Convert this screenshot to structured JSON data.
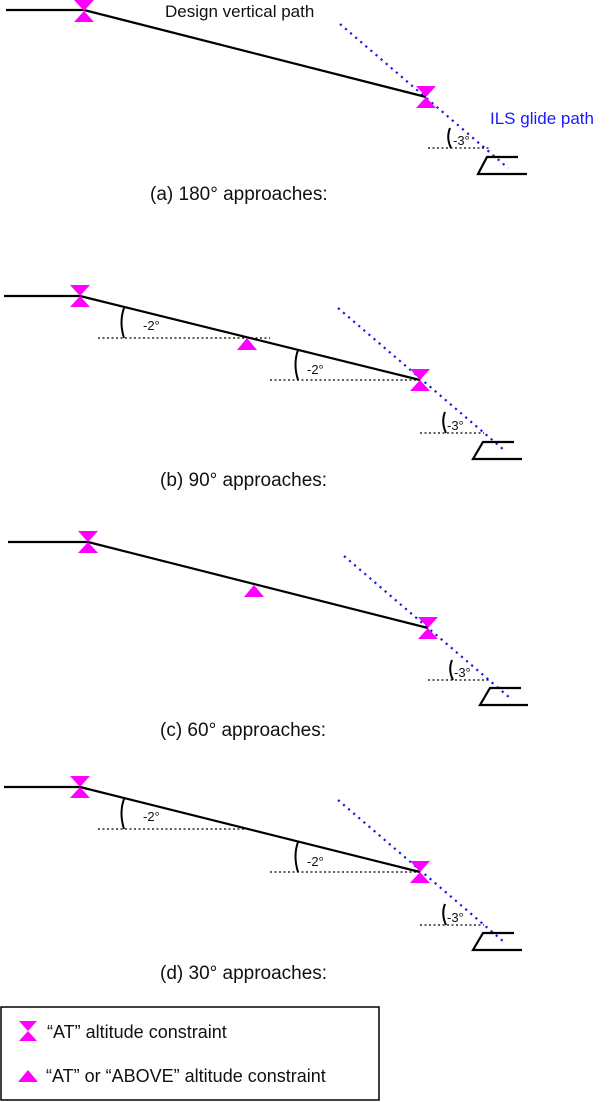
{
  "labels": {
    "design_vertical_path": "Design vertical path",
    "ils_glide_path": "ILS glide path"
  },
  "panels": [
    {
      "caption": "(a) 180° approaches:",
      "ils_angle": "-3°"
    },
    {
      "caption": "(b) 90° approaches:",
      "angle_1": "-2°",
      "angle_2": "-2°",
      "ils_angle": "-3°"
    },
    {
      "caption": "(c) 60° approaches:",
      "ils_angle": "-3°"
    },
    {
      "caption": "(d) 30° approaches:",
      "angle_1": "-2°",
      "angle_2": "-2°",
      "ils_angle": "-3°"
    }
  ],
  "legend": {
    "at_constraint": "“AT” altitude constraint",
    "at_or_above_constraint": "“AT” or “ABOVE” altitude constraint"
  },
  "colors": {
    "constraint_marker": "#ff00ff",
    "ils_glide_path": "#1a1ae6"
  }
}
